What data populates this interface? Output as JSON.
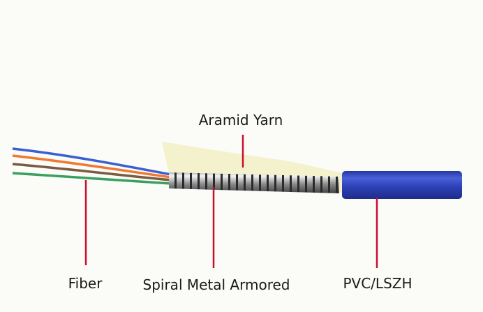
{
  "labels": {
    "aramid": "Aramid Yarn",
    "fiber": "Fiber",
    "armor": "Spiral Metal Armored",
    "jacket": "PVC/LSZH"
  },
  "colors": {
    "leader": "#c8102e",
    "fiber_blue": "#3a5fd0",
    "fiber_orange": "#f07830",
    "fiber_brown": "#7a5a40",
    "fiber_green": "#3aa060",
    "jacket": "#2d3fb0",
    "yarn": "#f3f0c8"
  }
}
